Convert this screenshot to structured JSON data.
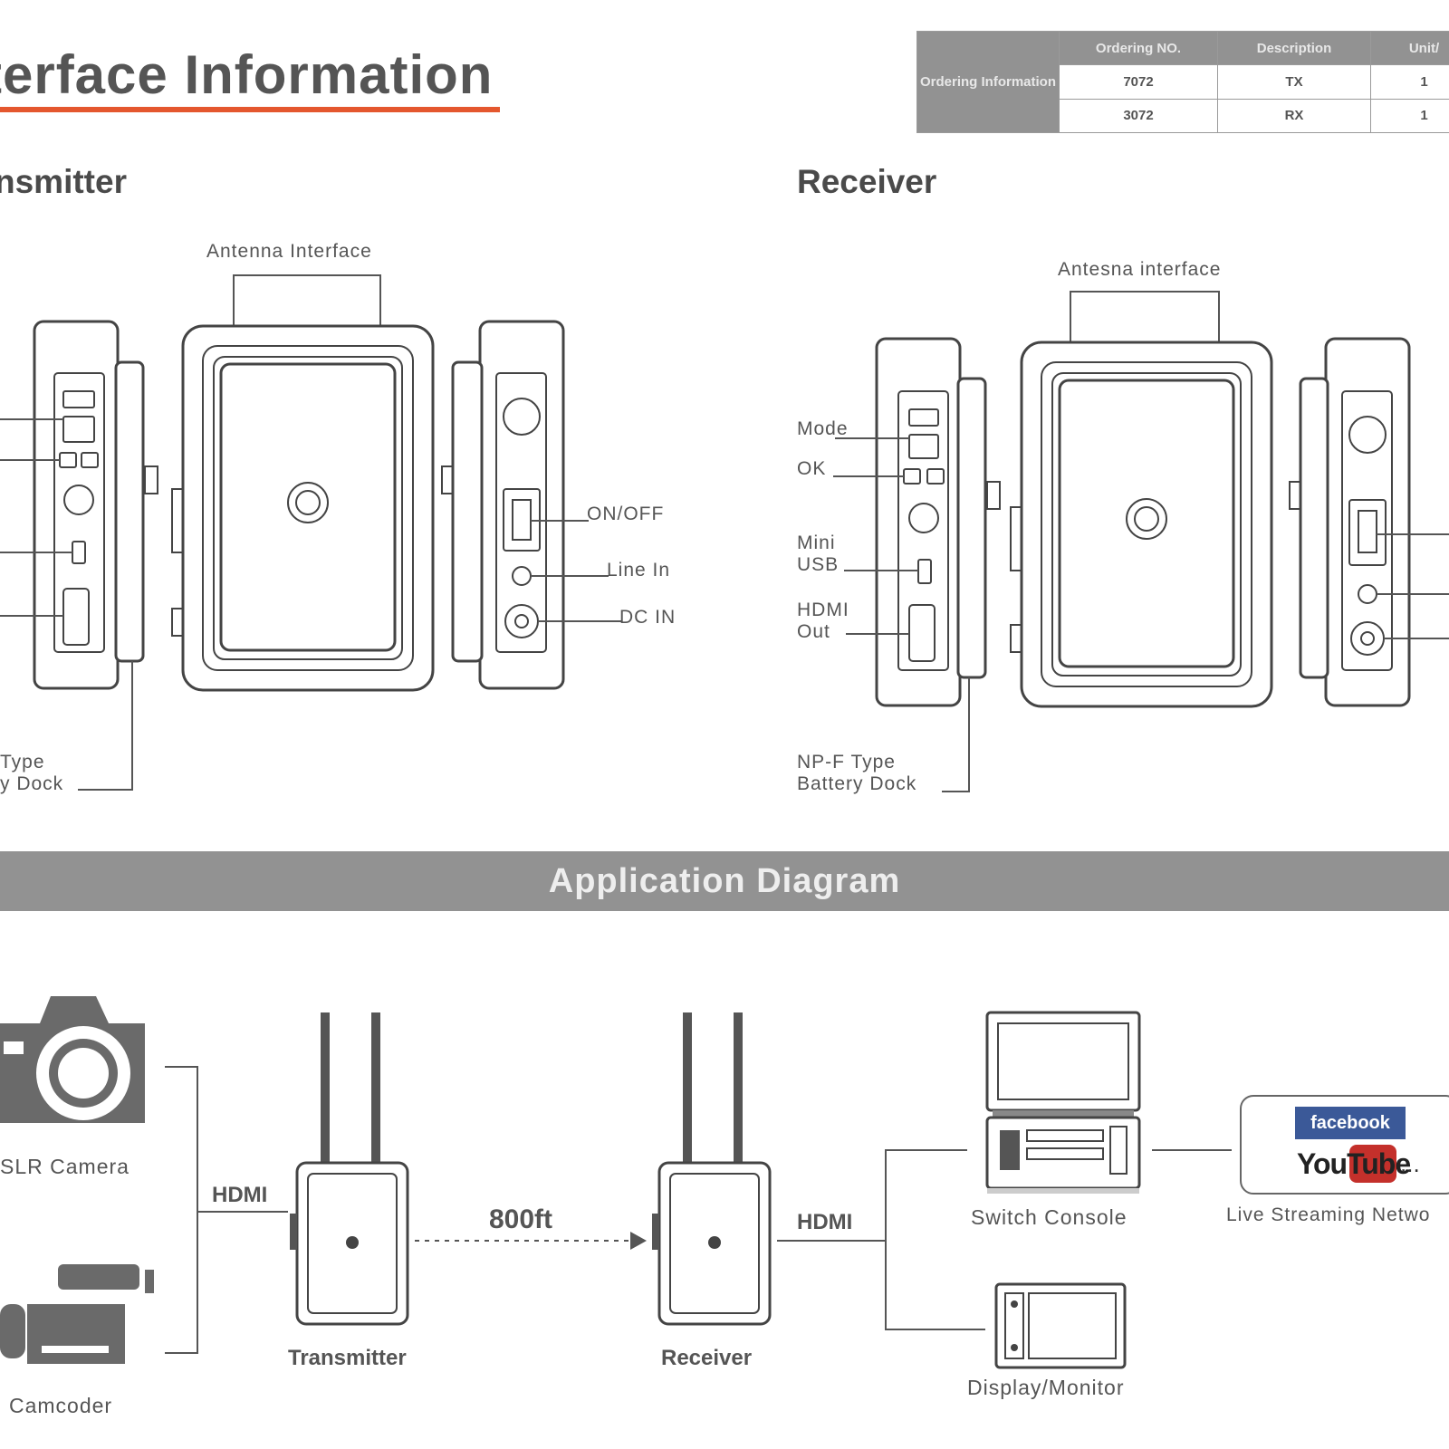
{
  "page": {
    "title": "terface Information"
  },
  "ordering": {
    "row_header": "Ordering Information",
    "col_ordering_no": "Ordering NO.",
    "col_description": "Description",
    "col_unit": "Unit/",
    "rows": [
      {
        "no": "7072",
        "desc": "TX",
        "unit": "1"
      },
      {
        "no": "3072",
        "desc": "RX",
        "unit": "1"
      }
    ]
  },
  "transmitter": {
    "heading": "nsmitter",
    "antenna_label": "Antenna Interface",
    "on_off": "ON/OFF",
    "line_in": "Line In",
    "dc_in": "DC IN",
    "battery_line1": "Type",
    "battery_line2": "y Dock"
  },
  "receiver": {
    "heading": "Receiver",
    "antenna_label": "Antesna interface",
    "mode": "Mode",
    "ok": "OK",
    "mini_usb_line1": "Mini",
    "mini_usb_line2": "USB",
    "hdmi_out_line1": "HDMI",
    "hdmi_out_line2": "Out",
    "battery_line1": "NP-F Type",
    "battery_line2": "Battery Dock"
  },
  "application": {
    "banner": "Application Diagram",
    "dslr_label": "SLR Camera",
    "camcoder_label": "Camcoder",
    "hdmi_left": "HDMI",
    "distance": "800ft",
    "transmitter_label": "Transmitter",
    "receiver_label": "Receiver",
    "hdmi_right": "HDMI",
    "switch_console_label": "Switch Console",
    "display_monitor_label": "Display/Monitor",
    "live_streaming_label": "Live Streaming Netwo",
    "facebook_logo": "facebook",
    "youtube_logo": "YouTube",
    "ellipsis": "..."
  }
}
